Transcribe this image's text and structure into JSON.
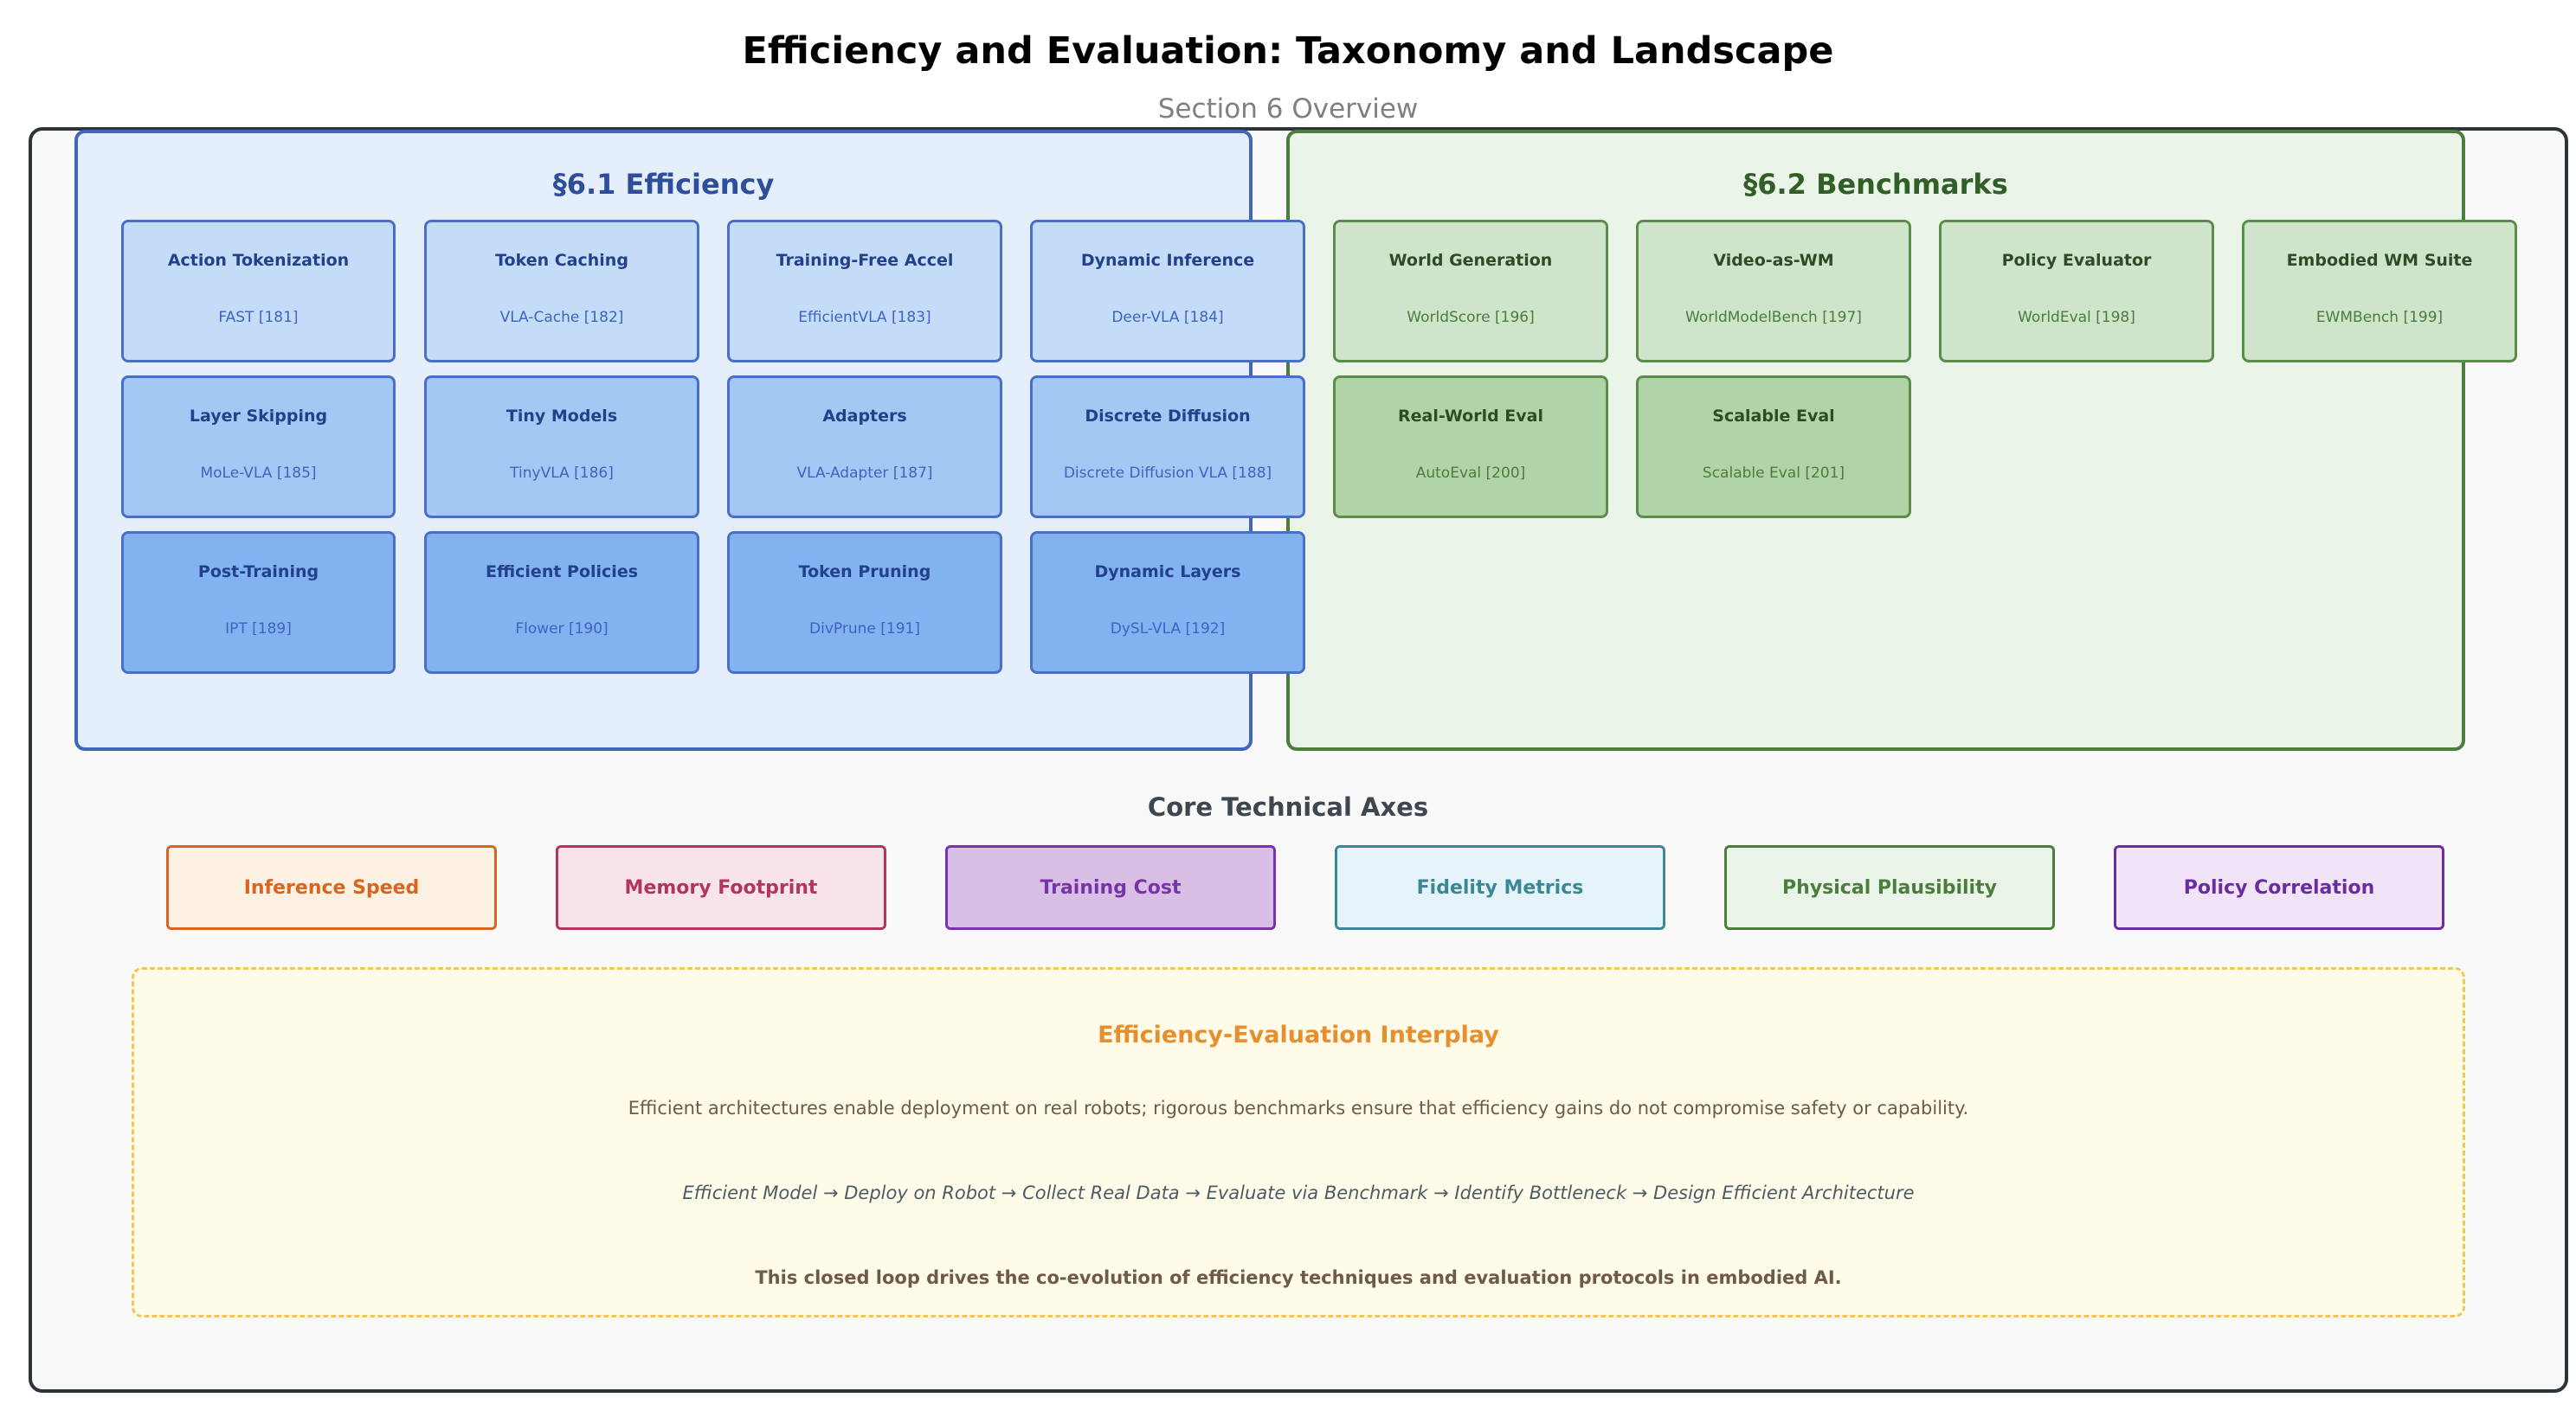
{
  "title": "Efficiency and Evaluation: Taxonomy and Landscape",
  "subtitle": "Section 6 Overview",
  "efficiency": {
    "title": "§6.1 Efficiency",
    "cells": [
      {
        "title": "Action Tokenization",
        "ref": "FAST [181]"
      },
      {
        "title": "Token Caching",
        "ref": "VLA-Cache [182]"
      },
      {
        "title": "Training-Free Accel",
        "ref": "EfficientVLA [183]"
      },
      {
        "title": "Dynamic Inference",
        "ref": "Deer-VLA [184]"
      },
      {
        "title": "Layer Skipping",
        "ref": "MoLe-VLA [185]"
      },
      {
        "title": "Tiny Models",
        "ref": "TinyVLA [186]"
      },
      {
        "title": "Adapters",
        "ref": "VLA-Adapter [187]"
      },
      {
        "title": "Discrete Diffusion",
        "ref": "Discrete Diffusion VLA [188]"
      },
      {
        "title": "Post-Training",
        "ref": "IPT [189]"
      },
      {
        "title": "Efficient Policies",
        "ref": "Flower [190]"
      },
      {
        "title": "Token Pruning",
        "ref": "DivPrune [191]"
      },
      {
        "title": "Dynamic Layers",
        "ref": "DySL-VLA [192]"
      }
    ]
  },
  "benchmarks": {
    "title": "§6.2 Benchmarks",
    "cells": [
      {
        "title": "World Generation",
        "ref": "WorldScore [196]"
      },
      {
        "title": "Video-as-WM",
        "ref": "WorldModelBench [197]"
      },
      {
        "title": "Policy Evaluator",
        "ref": "WorldEval [198]"
      },
      {
        "title": "Embodied WM Suite",
        "ref": "EWMBench [199]"
      },
      {
        "title": "Real-World Eval",
        "ref": "AutoEval [200]"
      },
      {
        "title": "Scalable Eval",
        "ref": "Scalable Eval [201]"
      }
    ]
  },
  "axes": {
    "title": "Core Technical Axes",
    "items": [
      {
        "label": "Inference Speed",
        "color": "#d8661f",
        "bg": "#fdf1e3"
      },
      {
        "label": "Memory Footprint",
        "color": "#b23560",
        "bg": "#f9e4ec"
      },
      {
        "label": "Training Cost",
        "color": "#7a32a8",
        "bg": "#d9bfe6"
      },
      {
        "label": "Fidelity Metrics",
        "color": "#3a8796",
        "bg": "#e5f4fa"
      },
      {
        "label": "Physical Plausibility",
        "color": "#4b7d3c",
        "bg": "#ebf4e8"
      },
      {
        "label": "Policy Correlation",
        "color": "#6a2da0",
        "bg": "#f0e4f6"
      }
    ]
  },
  "interplay": {
    "title": "Efficiency-Evaluation Interplay",
    "text": "Efficient architectures enable deployment on real robots; rigorous benchmarks ensure that efficiency gains do not compromise safety or capability.",
    "flow": "Efficient Model → Deploy on Robot → Collect Real Data → Evaluate via Benchmark → Identify Bottleneck → Design Efficient Architecture",
    "footer": "This closed loop drives the co-evolution of efficiency techniques and evaluation protocols in embodied AI."
  }
}
